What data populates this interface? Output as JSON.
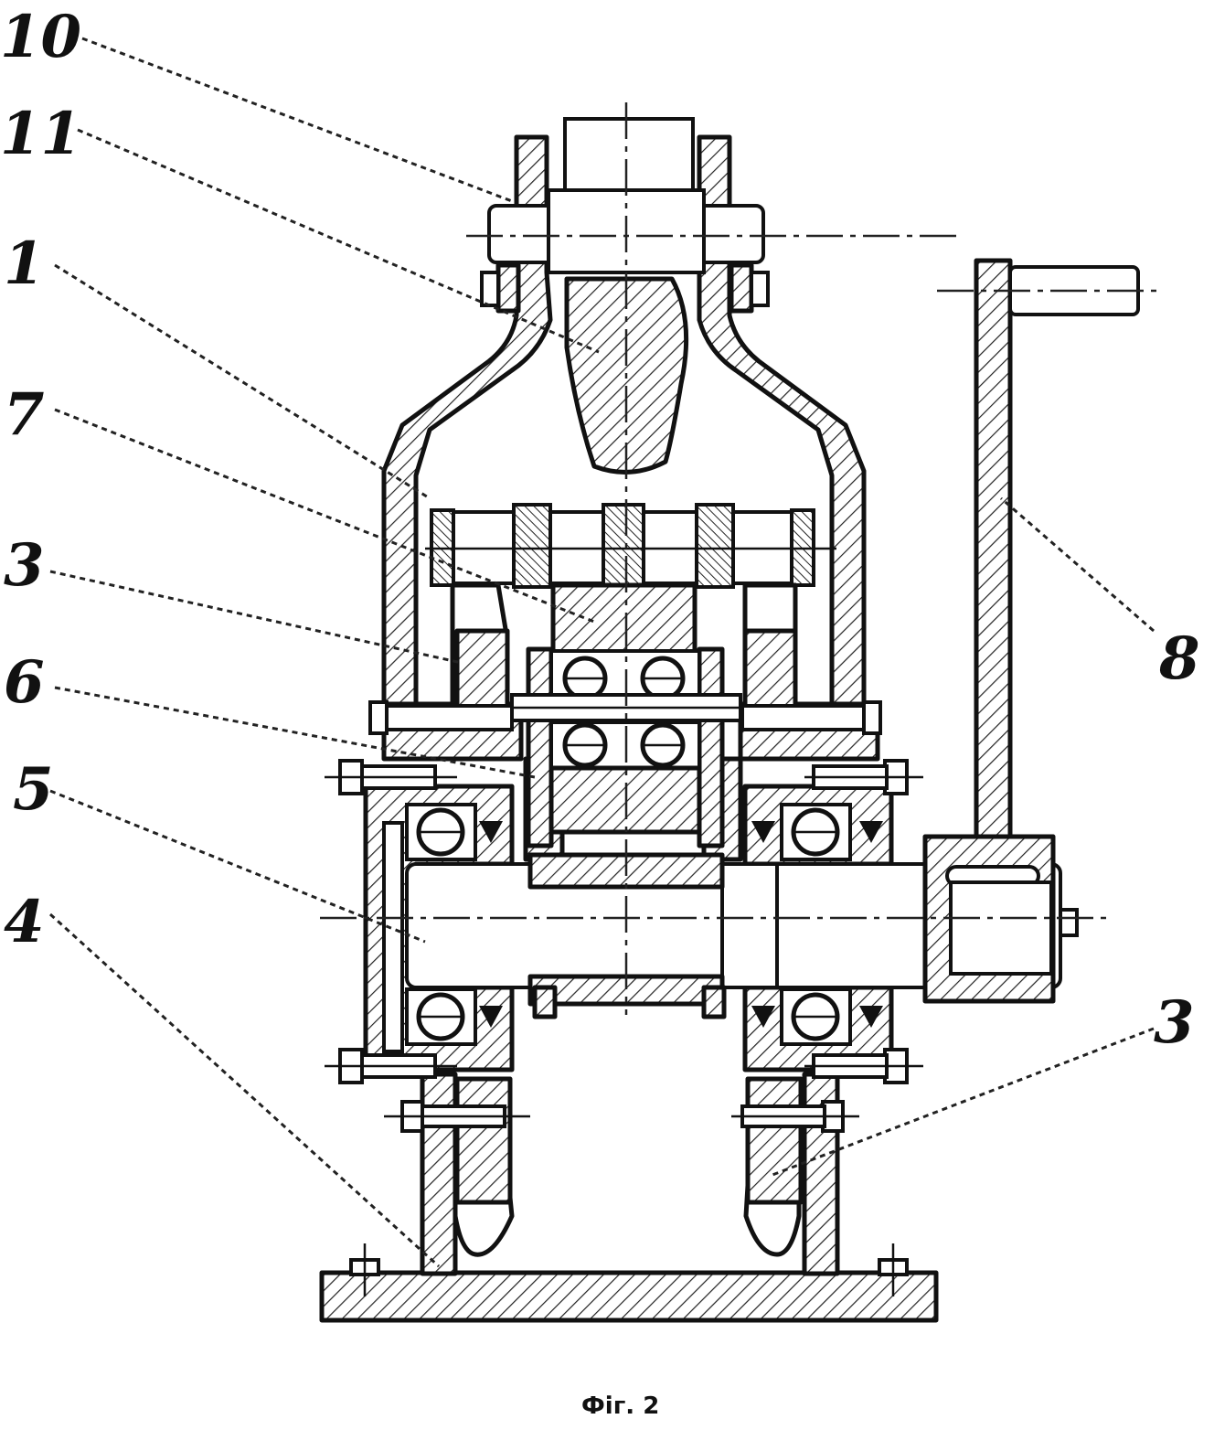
{
  "figure": {
    "caption": "Фіг. 2",
    "callouts": [
      {
        "id": "c10",
        "label": "10"
      },
      {
        "id": "c11",
        "label": "11"
      },
      {
        "id": "c1",
        "label": "1"
      },
      {
        "id": "c7",
        "label": "7"
      },
      {
        "id": "c3a",
        "label": "3"
      },
      {
        "id": "c6",
        "label": "6"
      },
      {
        "id": "c5",
        "label": "5"
      },
      {
        "id": "c4",
        "label": "4"
      },
      {
        "id": "c3b",
        "label": "3"
      },
      {
        "id": "c8",
        "label": "8"
      }
    ]
  }
}
